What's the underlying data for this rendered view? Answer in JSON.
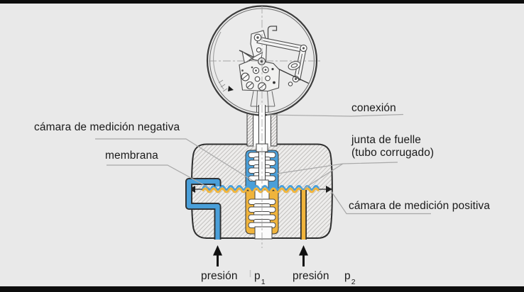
{
  "colors": {
    "background": "#e9e9e9",
    "frame_bars": "#0d0d0d",
    "p1_blue": "#4a9fd9",
    "p2_yellow": "#f0b43c",
    "ink": "#2e2e2e",
    "leader": "#a9a9a9",
    "text": "#1a1a1a"
  },
  "labels": {
    "negative_chamber": "cámara de medición negativa",
    "membrane": "membrana",
    "connection": "conexión",
    "bellows_joint_line1": "junta de fuelle",
    "bellows_joint_line2": "(tubo corrugado)",
    "positive_chamber": "cámara de medición positiva",
    "pressure_left": "presión",
    "pressure_left_symbol": "p",
    "pressure_left_subscript": "1",
    "pressure_right": "presión",
    "pressure_right_symbol": "p",
    "pressure_right_subscript": "2"
  }
}
